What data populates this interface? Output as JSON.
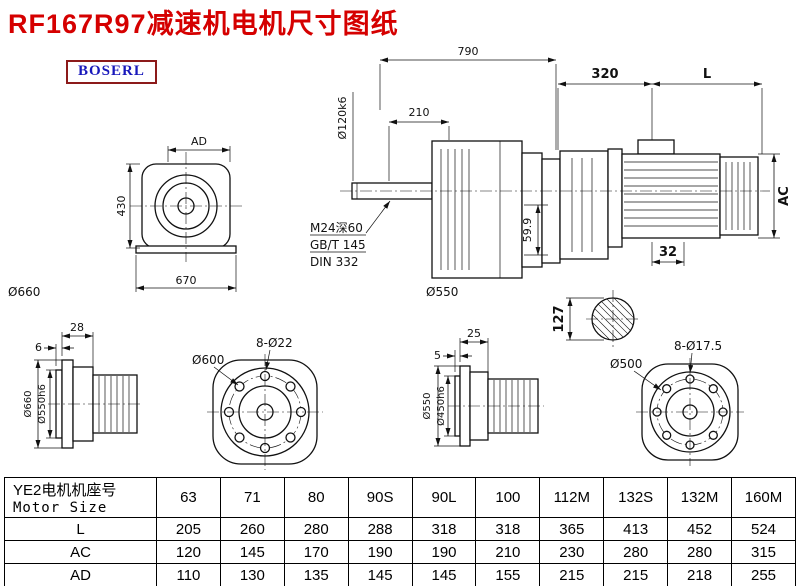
{
  "header": {
    "title": "RF167R97减速机电机尺寸图纸",
    "logo": "BOSERL",
    "title_color": "#d50000",
    "logo_text_color": "#1818bb",
    "logo_border_color": "#8c1a1a"
  },
  "drawing": {
    "overall_length": "790",
    "motor_section": "320",
    "motor_length_var": "L",
    "shaft_length": "210",
    "shaft_dia": "Ø120k6",
    "ad": "AD",
    "height_430": "430",
    "width_670": "670",
    "flange_660": "Ø660",
    "flange_550": "Ø550",
    "note_tap": "M24深60",
    "note_gbt": "GB/T 145",
    "note_din": "DIN 332",
    "dim_599": "59.9",
    "ac": "AC",
    "dim_32": "32",
    "dim_127": "127",
    "view1": {
      "t28": "28",
      "t6": "6",
      "d660": "Ø660",
      "d550h6": "Ø550h6"
    },
    "view2": {
      "d600": "Ø600",
      "holes": "8-Ø22"
    },
    "view3": {
      "t25": "25",
      "t5": "5",
      "d550": "Ø550",
      "d450h6": "Ø450h6"
    },
    "view4": {
      "d500": "Ø500",
      "holes": "8-Ø17.5"
    }
  },
  "table": {
    "row_header_cn": "YE2电机机座号",
    "row_header_en": "Motor Size",
    "columns": [
      "63",
      "71",
      "80",
      "90S",
      "90L",
      "100",
      "112M",
      "132S",
      "132M",
      "160M"
    ],
    "rows": [
      {
        "label": "L",
        "values": [
          "205",
          "260",
          "280",
          "288",
          "318",
          "318",
          "365",
          "413",
          "452",
          "524"
        ]
      },
      {
        "label": "AC",
        "values": [
          "120",
          "145",
          "170",
          "190",
          "190",
          "210",
          "230",
          "280",
          "280",
          "315"
        ]
      },
      {
        "label": "AD",
        "values": [
          "110",
          "130",
          "135",
          "145",
          "145",
          "155",
          "215",
          "215",
          "218",
          "255"
        ]
      }
    ]
  }
}
